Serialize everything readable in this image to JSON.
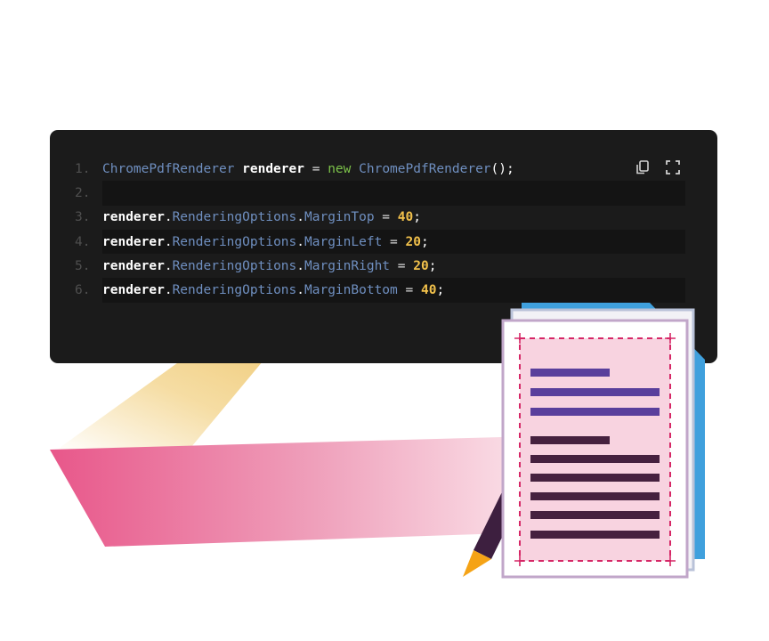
{
  "code": {
    "lines": [
      {
        "num": "1.",
        "tokens": [
          {
            "t": "ChromePdfRenderer",
            "k": "type"
          },
          {
            "t": " ",
            "k": "op"
          },
          {
            "t": "renderer",
            "k": "var"
          },
          {
            "t": " = ",
            "k": "op"
          },
          {
            "t": "new",
            "k": "kw"
          },
          {
            "t": " ",
            "k": "op"
          },
          {
            "t": "ChromePdfRenderer",
            "k": "type"
          },
          {
            "t": "();",
            "k": "punc"
          }
        ]
      },
      {
        "num": "2.",
        "tokens": []
      },
      {
        "num": "3.",
        "tokens": [
          {
            "t": "renderer",
            "k": "var"
          },
          {
            "t": ".",
            "k": "punc"
          },
          {
            "t": "RenderingOptions",
            "k": "prop"
          },
          {
            "t": ".",
            "k": "punc"
          },
          {
            "t": "MarginTop",
            "k": "prop"
          },
          {
            "t": " = ",
            "k": "op"
          },
          {
            "t": "40",
            "k": "num"
          },
          {
            "t": ";",
            "k": "punc"
          }
        ]
      },
      {
        "num": "4.",
        "tokens": [
          {
            "t": "renderer",
            "k": "var"
          },
          {
            "t": ".",
            "k": "punc"
          },
          {
            "t": "RenderingOptions",
            "k": "prop"
          },
          {
            "t": ".",
            "k": "punc"
          },
          {
            "t": "MarginLeft",
            "k": "prop"
          },
          {
            "t": " = ",
            "k": "op"
          },
          {
            "t": "20",
            "k": "num"
          },
          {
            "t": ";",
            "k": "punc"
          }
        ]
      },
      {
        "num": "5.",
        "tokens": [
          {
            "t": "renderer",
            "k": "var"
          },
          {
            "t": ".",
            "k": "punc"
          },
          {
            "t": "RenderingOptions",
            "k": "prop"
          },
          {
            "t": ".",
            "k": "punc"
          },
          {
            "t": "MarginRight",
            "k": "prop"
          },
          {
            "t": " = ",
            "k": "op"
          },
          {
            "t": "20",
            "k": "num"
          },
          {
            "t": ";",
            "k": "punc"
          }
        ]
      },
      {
        "num": "6.",
        "tokens": [
          {
            "t": "renderer",
            "k": "var"
          },
          {
            "t": ".",
            "k": "punc"
          },
          {
            "t": "RenderingOptions",
            "k": "prop"
          },
          {
            "t": ".",
            "k": "punc"
          },
          {
            "t": "MarginBottom",
            "k": "prop"
          },
          {
            "t": " = ",
            "k": "op"
          },
          {
            "t": "40",
            "k": "num"
          },
          {
            "t": ";",
            "k": "punc"
          }
        ]
      }
    ],
    "actions": [
      {
        "name": "copy-icon"
      },
      {
        "name": "fullscreen-icon"
      }
    ]
  },
  "illustration": {
    "icons": [
      "pencil-icon",
      "document-icon"
    ],
    "colors": {
      "panel_bg": "#1b1b1b",
      "ribbon_pink": "#e8578a",
      "ribbon_yellow": "#f3d48c",
      "page_fill": "#f8d3e0",
      "margin_guide": "#d62766",
      "heading_lines": "#5a3f9c",
      "body_lines": "#46213f",
      "back_page": "#3fa0dd",
      "pencil_tip": "#f5a316"
    }
  }
}
